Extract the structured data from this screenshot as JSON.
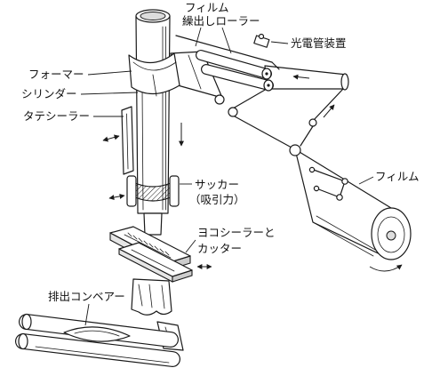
{
  "diagram": {
    "labels": {
      "feed_roller_line1": "フィルム",
      "feed_roller_line2": "繰出しローラー",
      "photoelectric_device": "光電管装置",
      "former": "フォーマー",
      "cylinder": "シリンダー",
      "vertical_sealer": "タテシーラー",
      "sucker_line1": "サッカー",
      "sucker_line2": "（吸引力）",
      "film": "フィルム",
      "horizontal_sealer_line1": "ヨコシーラーと",
      "horizontal_sealer_line2": "カッター",
      "discharge_conveyor": "排出コンベアー"
    }
  }
}
